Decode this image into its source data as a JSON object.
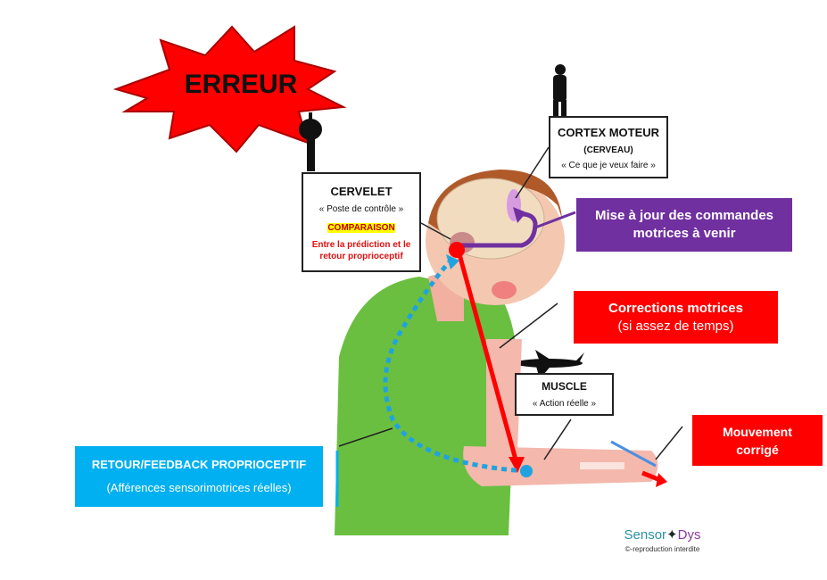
{
  "error": {
    "label": "ERREUR",
    "color": "#ff0000"
  },
  "cervelet": {
    "title": "CERVELET",
    "subtitle": "« Poste de contrôle »",
    "highlight": "COMPARAISON",
    "detail_1": "Entre la prédiction et le",
    "detail_2": "retour proprioceptif"
  },
  "cortex": {
    "title": "CORTEX MOTEUR",
    "subtitle": "(CERVEAU)",
    "quote": "« Ce que je veux faire »"
  },
  "update": {
    "line1": "Mise à jour des commandes",
    "line2": "motrices à venir",
    "color": "#7030a0"
  },
  "corrections": {
    "line1": "Corrections motrices",
    "line2": "(si assez de temps)",
    "color": "#ff0000"
  },
  "muscle": {
    "title": "MUSCLE",
    "quote": "« Action réelle »"
  },
  "movement": {
    "line1": "Mouvement",
    "line2": "corrigé",
    "color": "#ff0000"
  },
  "feedback": {
    "line1": "RETOUR/FEEDBACK PROPRIOCEPTIF",
    "line2": "(Afférences sensorimotrices réelles)",
    "color": "#00b0f0"
  },
  "logo": {
    "brand_a": "Sensor",
    "brand_b": "Dys",
    "copyright": "©-reproduction interdite"
  }
}
